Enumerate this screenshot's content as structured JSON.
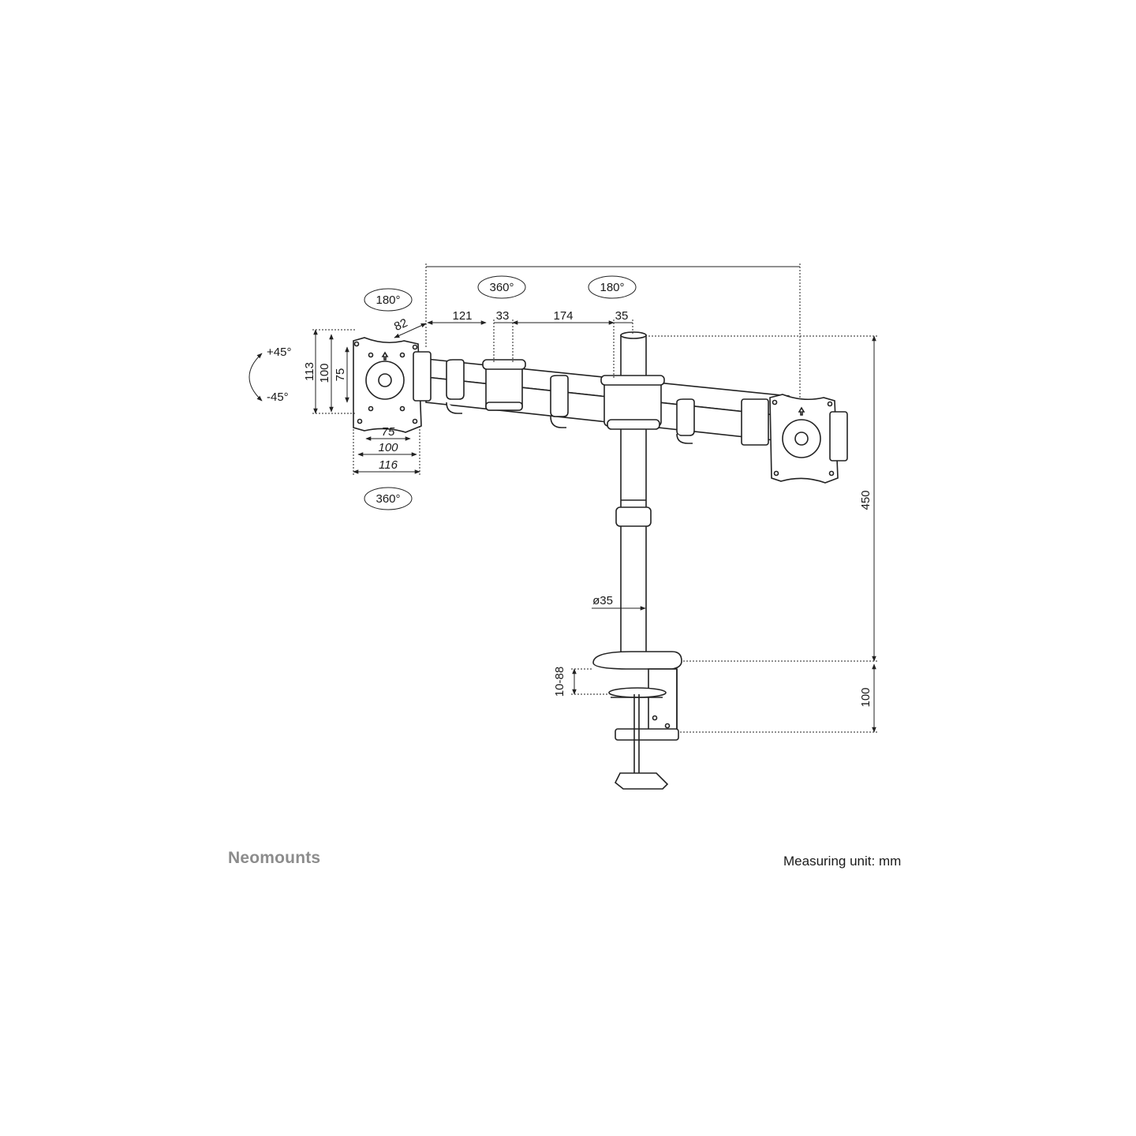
{
  "brand": "Neomounts",
  "measuring_unit": "Measuring unit: mm",
  "rotations": {
    "left_head_top": "180°",
    "left_head_bottom": "360°",
    "arm_joint": "360°",
    "pole_joint": "180°"
  },
  "tilt": {
    "up": "+45°",
    "down": "-45°"
  },
  "dimensions": {
    "arm_offset": "82",
    "seg_121": "121",
    "seg_33": "33",
    "seg_174": "174",
    "seg_35": "35",
    "plate_h_113": "113",
    "plate_h_100": "100",
    "plate_h_75": "75",
    "plate_w_75": "75",
    "plate_w_100": "100",
    "plate_w_116": "116",
    "pole_height": "450",
    "pole_diameter": "ø35",
    "clamp_range": "10-88",
    "clamp_height": "100"
  }
}
